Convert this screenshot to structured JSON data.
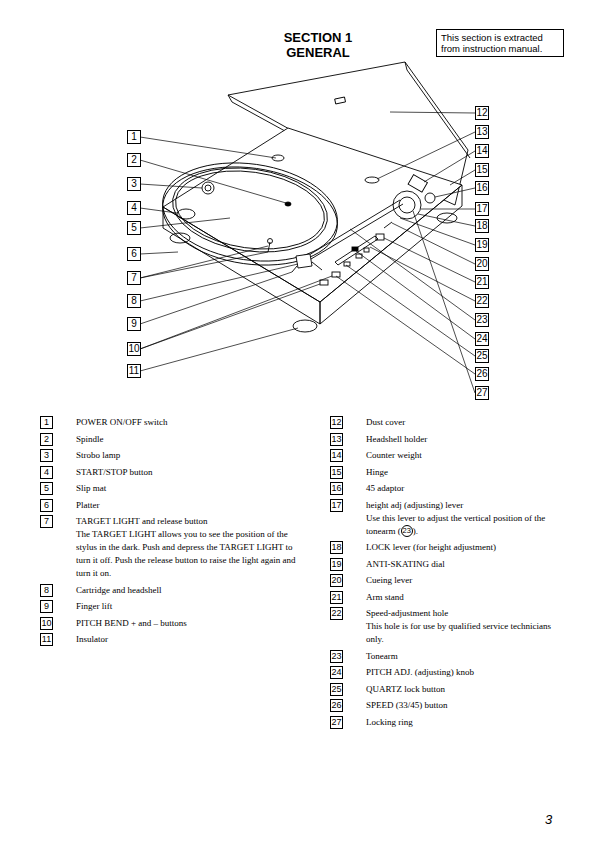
{
  "diagram": {
    "title": "SECTION 1 GENERAL",
    "nodes": [
      {
        "text": [
          "This section is extracted from instruction manual."
        ]
      }
    ],
    "labels": [
      "1",
      "2",
      "3",
      "4",
      "5",
      "6",
      "7",
      "8",
      "9",
      "10",
      "11",
      "12",
      "13",
      "14",
      "15",
      "16",
      "17",
      "18",
      "19",
      "20",
      "21",
      "22",
      "23",
      "24",
      "25",
      "26",
      "27",
      "1",
      "POWER ON/OFF switch",
      "2",
      "Spindle",
      "3",
      "Strobo lamp",
      "4",
      "START/STOP button",
      "5",
      "Slip mat",
      "6",
      "Platter",
      "7",
      "TARGET LIGHT and release button",
      "The TARGET LIGHT allows you to see the position of the stylus in the dark. Push and depress the TARGET LIGHT to turn it off. Push the release button to raise the light again and turn it on.",
      "8",
      "Cartridge and headshell",
      "9",
      "Finger lift",
      "10",
      "PITCH BEND + and – buttons",
      "11",
      "Insulator",
      "12",
      "Dust cover",
      "13",
      "Headshell holder",
      "14",
      "Counter weight",
      "15",
      "Hinge",
      "16",
      "45 adaptor",
      "17",
      "height adj (adjusting) lever",
      "Use this lever to adjust the vertical position of the tonearm (",
      "23",
      ").",
      "18",
      "LOCK lever (for height adjustment)",
      "19",
      "ANTI-SKATING dial",
      "20",
      "Cueing lever",
      "21",
      "Arm stand",
      "22",
      "Speed-adjustment hole",
      "This hole is for use by qualified service technicians only.",
      "23",
      "Tonearm",
      "24",
      "PITCH ADJ. (adjusting) knob",
      "25",
      "QUARTZ lock button",
      "26",
      "SPEED (33/45) button",
      "27",
      "Locking ring",
      "3"
    ]
  }
}
